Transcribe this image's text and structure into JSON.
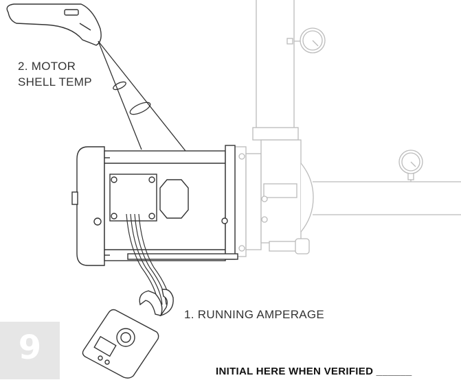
{
  "step": {
    "number": "9"
  },
  "labels": {
    "motor_shell_temp_line1": "2. MOTOR",
    "motor_shell_temp_line2": "SHELL TEMP",
    "running_amperage": "1. RUNNING AMPERAGE",
    "initial_here": "INITIAL HERE WHEN VERIFIED ______"
  },
  "icons": {
    "ir_thermometer": "infrared-thermometer-icon",
    "clamp_meter": "clamp-meter-icon",
    "pressure_gauge": "pressure-gauge-icon"
  },
  "colors": {
    "line": "#333333",
    "faded": "#bbbbbb",
    "badge_bg": "#e6e6e6"
  }
}
